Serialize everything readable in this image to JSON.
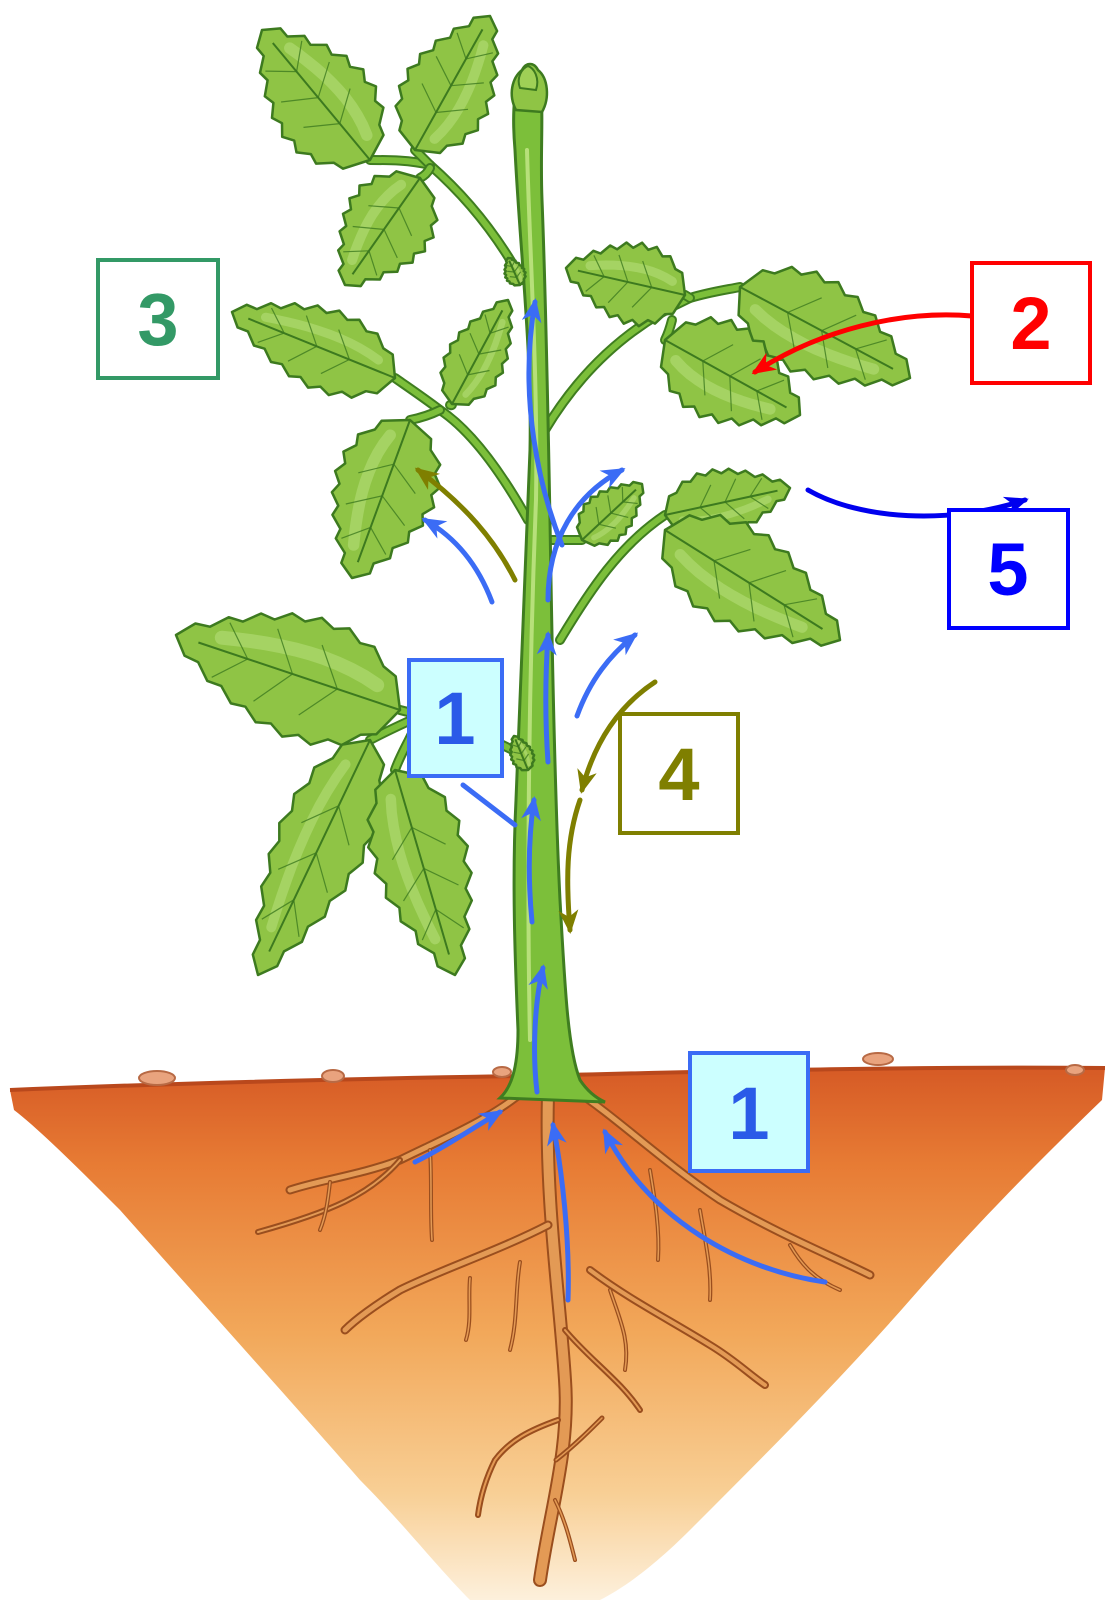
{
  "labels": {
    "label_1_stem": {
      "text": "1",
      "color": "#2a5ae8",
      "border": "#3b6cf5",
      "fill": "#ccffff"
    },
    "label_1_root": {
      "text": "1",
      "color": "#2a5ae8",
      "border": "#3b6cf5",
      "fill": "#ccffff"
    },
    "label_2": {
      "text": "2",
      "color": "#ff0000",
      "border": "#ff0000",
      "fill": "#ffffff"
    },
    "label_3": {
      "text": "3",
      "color": "#339966",
      "border": "#339966",
      "fill": "#ffffff"
    },
    "label_4": {
      "text": "4",
      "color": "#7f7f00",
      "border": "#7f7f00",
      "fill": "#ffffff"
    },
    "label_5": {
      "text": "5",
      "color": "#0000ff",
      "border": "#0000ff",
      "fill": "#ffffff"
    }
  },
  "arrow_colors": {
    "water": "#3b6cf5",
    "sap": "#7f7f00",
    "gas_in": "#ff0000",
    "vapor_out": "#0000ee"
  },
  "plant_colors": {
    "leaf_fill": "#8fc445",
    "leaf_edge": "#3d7a1f",
    "soil_top": "#d65a25",
    "soil_bottom": "#fbe2b8"
  }
}
